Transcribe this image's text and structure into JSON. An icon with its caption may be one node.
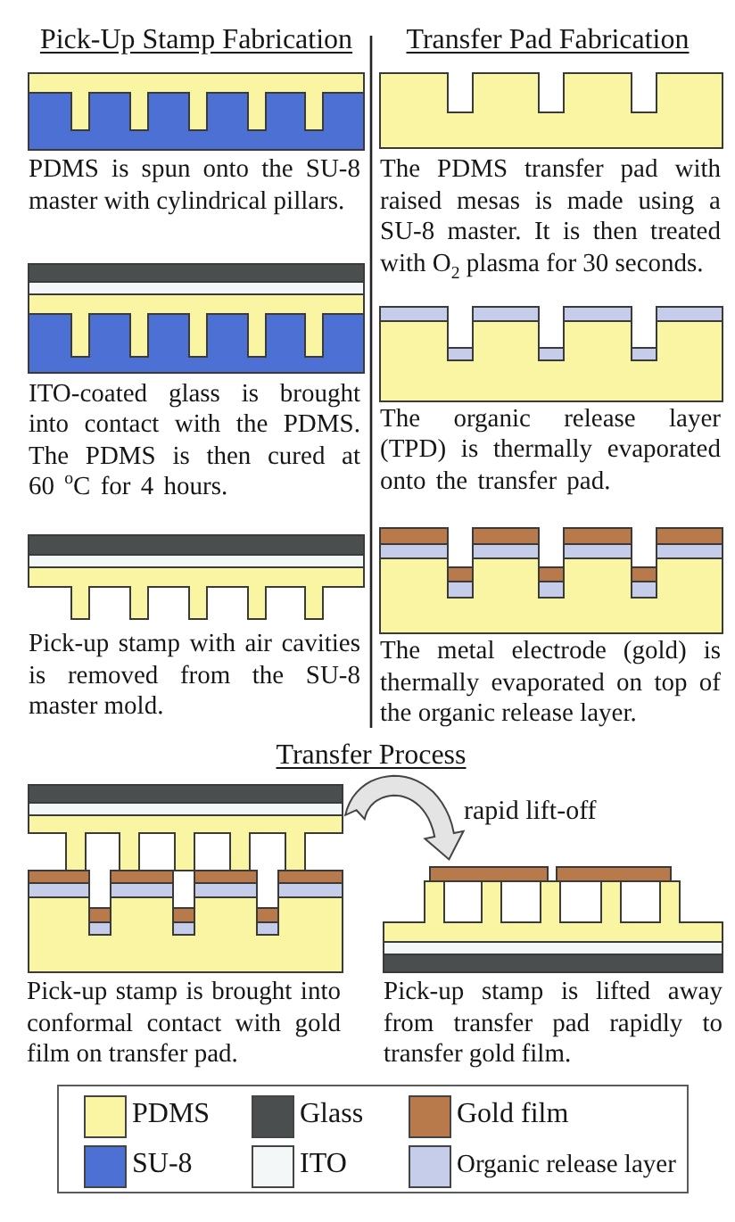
{
  "diagram": {
    "labels": [
      "Pick-Up Stamp Fabrication",
      "PDMS is spun onto the SU-8 master with cylindrical pillars.",
      "ITO-coated glass is brought into contact with the PDMS. The PDMS is then cured at 60 $^{o}$C for 4 hours.",
      "Pick-up stamp with air cavities is removed from the SU-8 master mold.",
      "Transfer Pad Fabrication",
      "The PDMS transfer pad with raised mesas is made using a SU-8 master. It is then treated with O$_{2}$ plasma for 30 seconds.",
      "The organic release layer (TPD) is thermally evaporated onto the transfer pad.",
      "The metal electrode (gold) is thermally evaporated on top of the organic release layer.",
      "Transfer Process",
      "rapid lift-off",
      "Pick-up stamp is brought into conformal contact with gold film on transfer pad.",
      "Pick-up stamp is lifted away from transfer pad rapidly to transfer gold film."
    ],
    "legend": [
      {
        "text": "PDMS",
        "color": "#f9f5a3"
      },
      {
        "text": "Glass",
        "color": "#4a4e4e"
      },
      {
        "text": "Gold film",
        "color": "#b87a4b"
      },
      {
        "text": "SU-8",
        "color": "#4c70d4"
      },
      {
        "text": "ITO",
        "color": "#f3f7f7"
      },
      {
        "text": "Organic release layer",
        "color": "#c5cdea"
      }
    ]
  }
}
